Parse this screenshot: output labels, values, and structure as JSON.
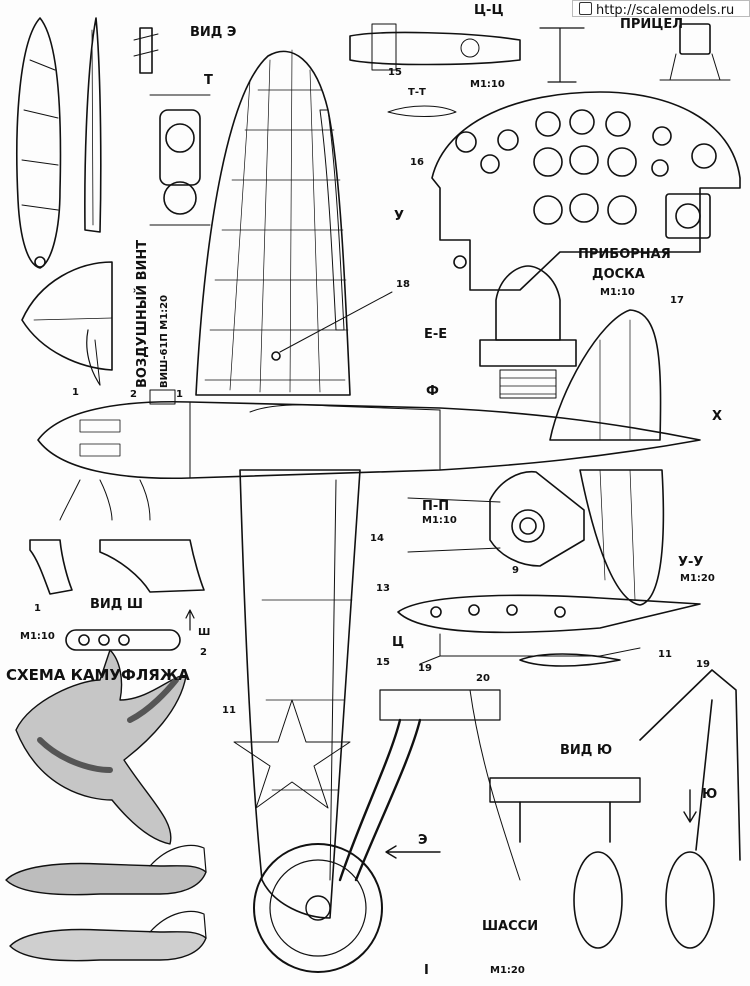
{
  "site": {
    "watermark": "http://scalemodels.ru"
  },
  "labels": {
    "view_e": "ВИД Э",
    "propeller": "ВОЗДУШНЫЙ ВИНТ",
    "propeller_model": "ВИШ-61П  М1:20",
    "t_mark": "Т",
    "tt": "Т-Т",
    "u_mark": "У",
    "cc": "Ц-Ц",
    "scale_cc": "М1:10",
    "sight": "ПРИЦЕЛ",
    "panel_title": "ПРИБОРНАЯ",
    "panel_title2": "ДОСКА",
    "panel_scale": "М1:10",
    "ee": "Е-Е",
    "f_mark": "Ф",
    "x_mark": "Х",
    "pp": "П-П",
    "pp_scale": "М1:10",
    "uu": "У-У",
    "uu_scale": "М1:20",
    "view_sh": "ВИД Ш",
    "sh_scale": "М1:10",
    "sh_mark": "Ш",
    "camo": "СХЕМА КАМУФЛЯЖА",
    "c_mark": "Ц",
    "view_yu": "ВИД Ю",
    "yu_mark": "Ю",
    "e_mark": "Э",
    "gear": "ШАССИ",
    "gear_scale": "М1:20",
    "i_mark": "I"
  },
  "callouts": {
    "n1": "1",
    "n1b": "1",
    "n1c": "1",
    "n2": "2",
    "n2b": "2",
    "n9": "9",
    "n11": "11",
    "n11b": "11",
    "n13": "13",
    "n14": "14",
    "n15": "15",
    "n15b": "15",
    "n16": "16",
    "n17": "17",
    "n18": "18",
    "n19": "19",
    "n19b": "19",
    "n20": "20"
  }
}
